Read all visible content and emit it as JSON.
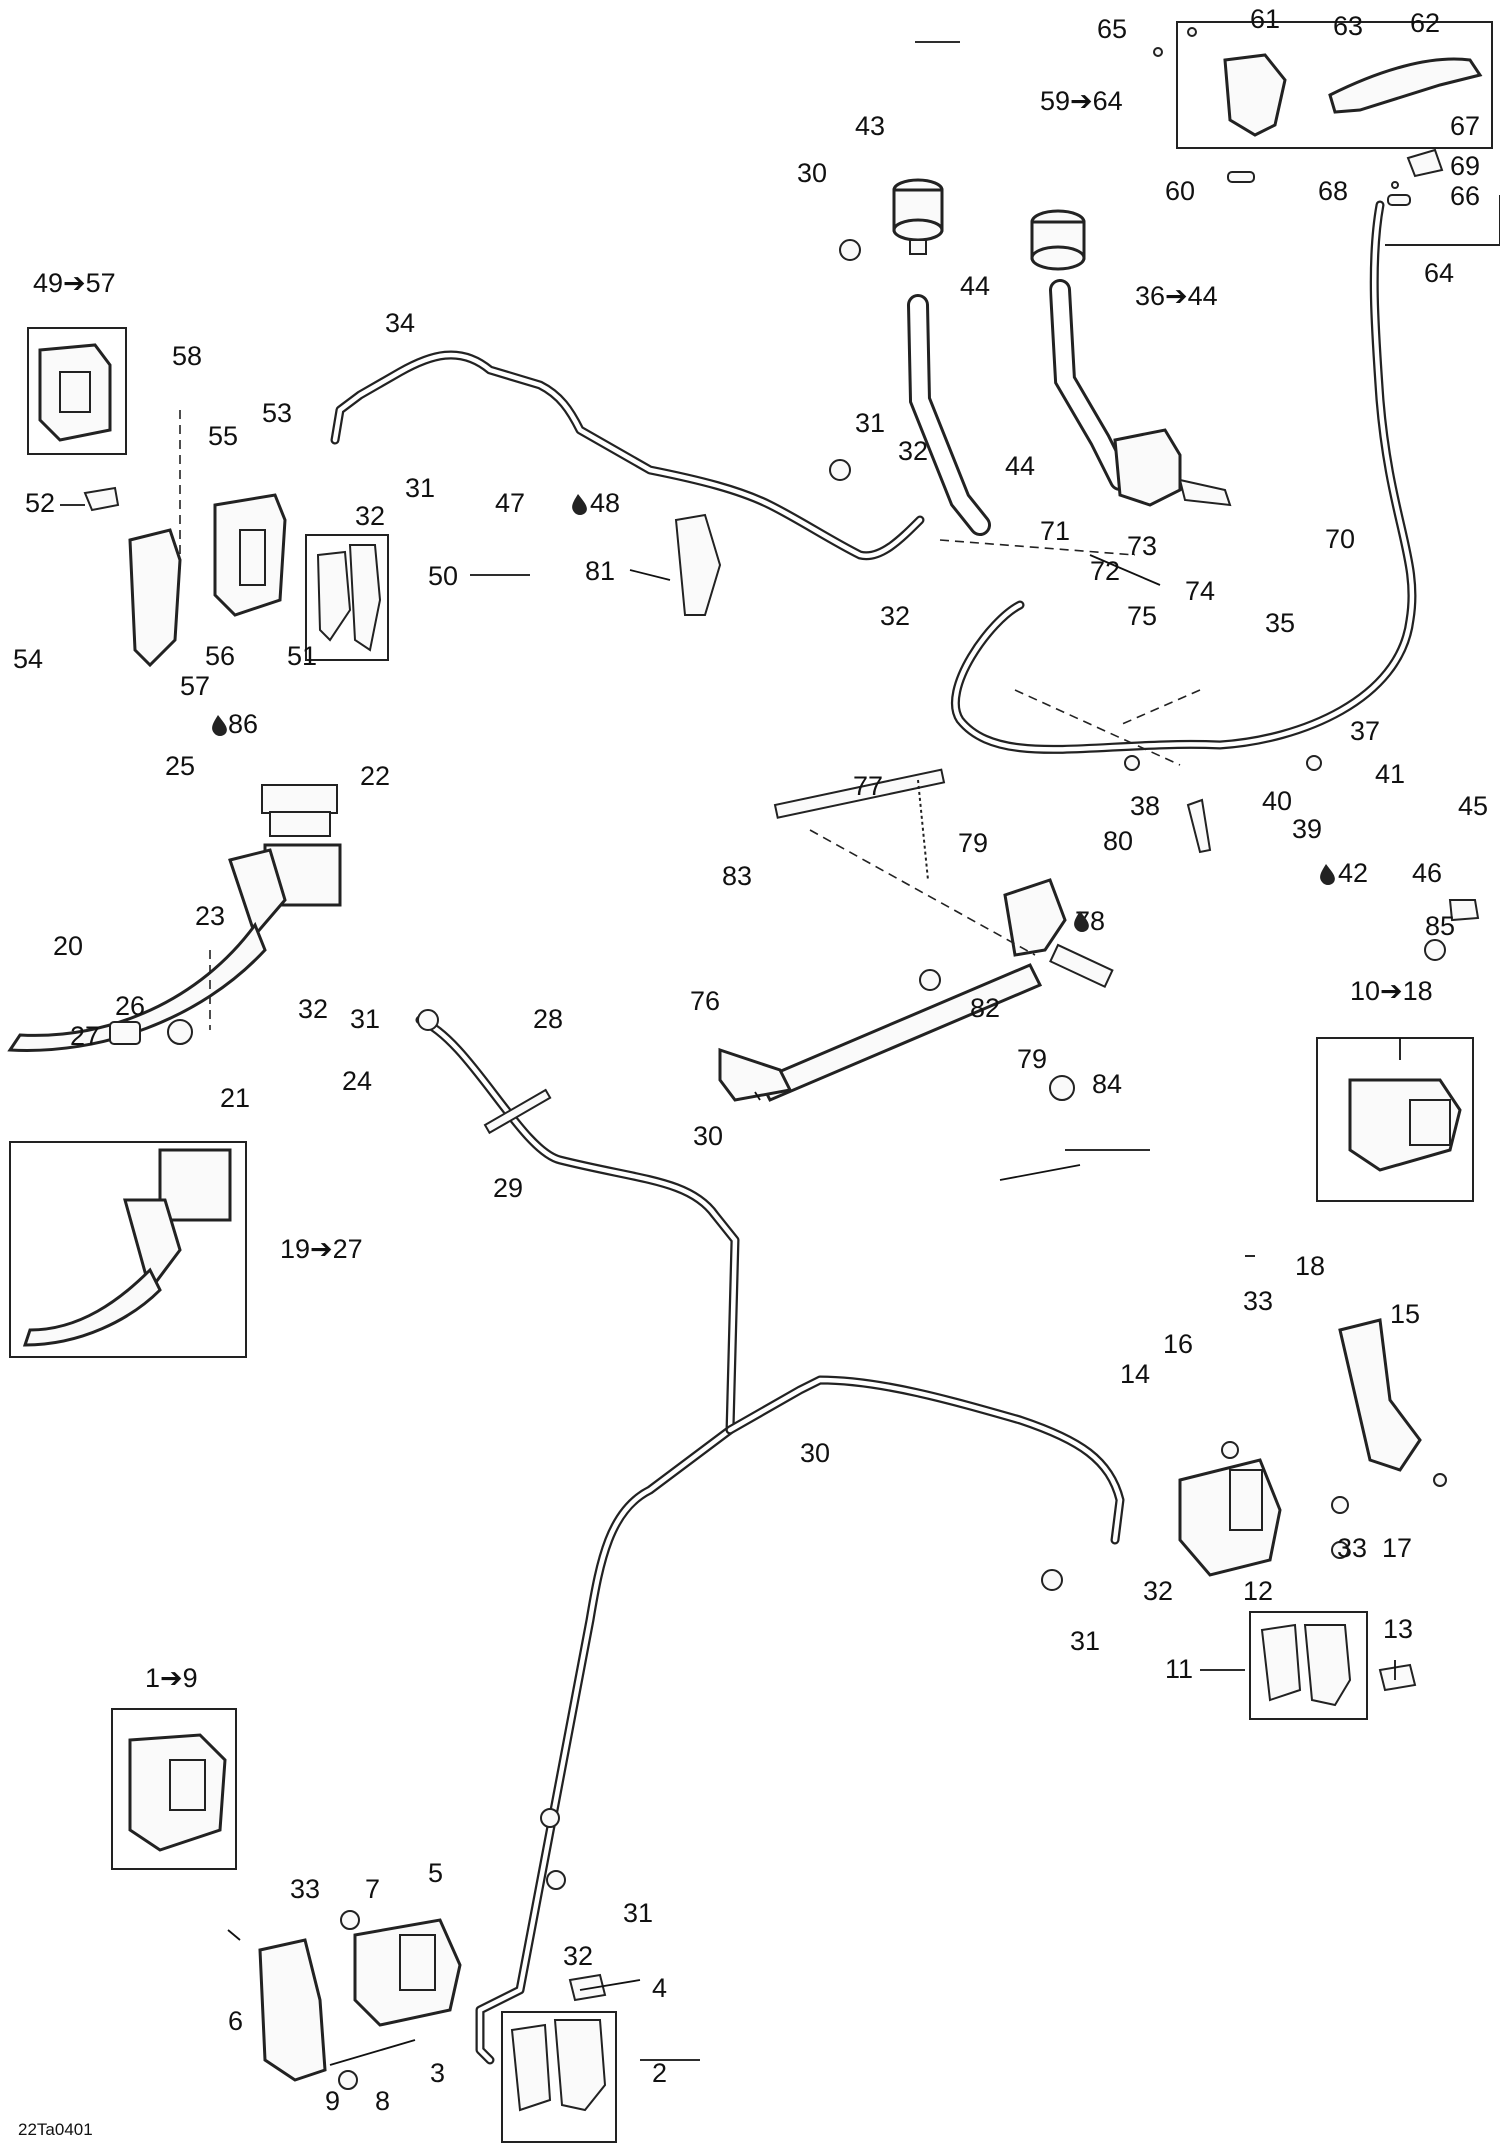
{
  "diagram": {
    "reference_code": "22Ta0401",
    "callouts": {
      "n1_9": "1➔9",
      "n2": "2",
      "n3": "3",
      "n4": "4",
      "n5": "5",
      "n6": "6",
      "n7": "7",
      "n8": "8",
      "n9": "9",
      "n10_18": "10➔18",
      "n11": "11",
      "n12": "12",
      "n13": "13",
      "n14": "14",
      "n15": "15",
      "n16": "16",
      "n17": "17",
      "n18": "18",
      "n19_27": "19➔27",
      "n20": "20",
      "n21": "21",
      "n22": "22",
      "n23": "23",
      "n24": "24",
      "n25": "25",
      "n26": "26",
      "n27": "27",
      "n28": "28",
      "n29": "29",
      "n30": "30",
      "n31": "31",
      "n32": "32",
      "n33": "33",
      "n34": "34",
      "n35": "35",
      "n36_44": "36➔44",
      "n37": "37",
      "n38": "38",
      "n39": "39",
      "n40": "40",
      "n41": "41",
      "n42": "42",
      "n43": "43",
      "n44": "44",
      "n45": "45",
      "n46": "46",
      "n47": "47",
      "n48": "48",
      "n49_57": "49➔57",
      "n50": "50",
      "n51": "51",
      "n52": "52",
      "n53": "53",
      "n54": "54",
      "n55": "55",
      "n56": "56",
      "n57": "57",
      "n58": "58",
      "n59_64": "59➔64",
      "n60": "60",
      "n61": "61",
      "n62": "62",
      "n63": "63",
      "n64": "64",
      "n65": "65",
      "n66": "66",
      "n67": "67",
      "n68": "68",
      "n69": "69",
      "n70": "70",
      "n71": "71",
      "n72": "72",
      "n73": "73",
      "n74": "74",
      "n75": "75",
      "n76": "76",
      "n77": "77",
      "n78": "78",
      "n79": "79",
      "n80": "80",
      "n81": "81",
      "n82": "82",
      "n83": "83",
      "n84": "84",
      "n85": "85",
      "n86": "86"
    },
    "fluid_icon": "oil-drop-icon"
  }
}
